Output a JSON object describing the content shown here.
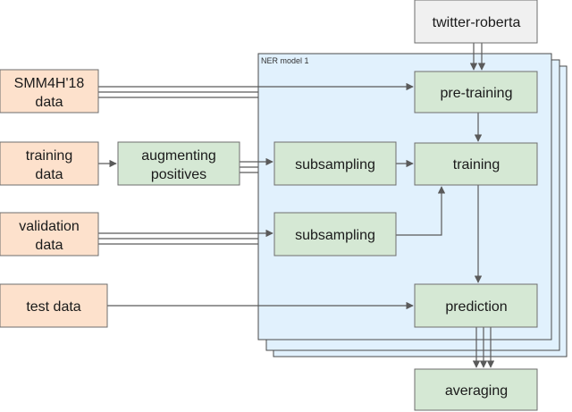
{
  "colors": {
    "input_fill": "#fde1cc",
    "input_stroke": "#6e6e6e",
    "process_fill": "#d5e8d4",
    "process_stroke": "#6e6e6e",
    "model_fill": "#f0f0f0",
    "panel_fill": "#e1f1fd",
    "panel_stroke": "#4a4a4a",
    "arrow": "#5a5a5a"
  },
  "panel": {
    "label": "NER model 1"
  },
  "inputs": {
    "smm4h": [
      "SMM4H'18",
      "data"
    ],
    "training": [
      "training",
      "data"
    ],
    "validation": [
      "validation",
      "data"
    ],
    "test": [
      "test data"
    ]
  },
  "model": {
    "twitter_roberta": [
      "twitter-roberta"
    ]
  },
  "steps": {
    "augmenting": [
      "augmenting",
      "positives"
    ],
    "subsampling_train": [
      "subsampling"
    ],
    "subsampling_val": [
      "subsampling"
    ],
    "pretraining": [
      "pre-training"
    ],
    "training": [
      "training"
    ],
    "prediction": [
      "prediction"
    ],
    "averaging": [
      "averaging"
    ]
  }
}
